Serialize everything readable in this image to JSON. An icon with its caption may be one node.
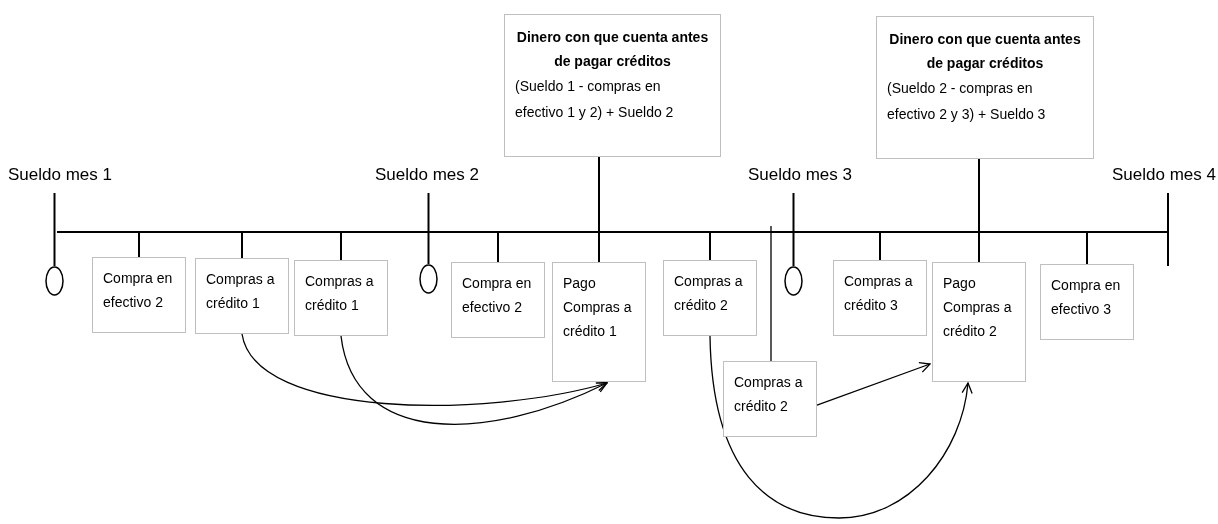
{
  "diagram": {
    "nodes": [
      {
        "text": [
          "Dinero con que cuenta antes de pagar créditos",
          "(Sueldo 1 - compras en efectivo 1 y 2) + Sueldo 2"
        ]
      },
      {
        "text": [
          "Dinero con que cuenta antes de pagar créditos",
          "(Sueldo 2 - compras en efectivo 2 y 3) + Sueldo 3"
        ]
      },
      {
        "text": [
          "Sueldo mes 1"
        ]
      },
      {
        "text": [
          "Sueldo mes 2"
        ]
      },
      {
        "text": [
          "Sueldo mes 3"
        ]
      },
      {
        "text": [
          "Sueldo mes 4"
        ]
      },
      {
        "text": [],
        "shape": "circle"
      },
      {
        "text": [
          "Compra en efectivo 2"
        ]
      },
      {
        "text": [
          "Compras a crédito 1"
        ]
      },
      {
        "text": [
          "Compras a crédito 1"
        ]
      },
      {
        "text": [],
        "shape": "circle"
      },
      {
        "text": [
          "Compra en efectivo 2"
        ]
      },
      {
        "text": [
          "Pago Compras a crédito 1"
        ]
      },
      {
        "text": [
          "Compras a crédito 2"
        ]
      },
      {
        "text": [],
        "shape": "circle"
      },
      {
        "text": [
          "Compras a crédito 3"
        ]
      },
      {
        "text": [
          "Pago Compras a crédito 2"
        ]
      },
      {
        "text": [
          "Compra en efectivo 3"
        ]
      },
      {
        "text": [
          "Compras a crédito 2"
        ]
      }
    ],
    "edges": [
      {
        "from": 0,
        "to": 12,
        "arrow": "none"
      },
      {
        "from": 1,
        "to": 16,
        "arrow": "none"
      },
      {
        "from": 2,
        "to": 6,
        "arrow": "none"
      },
      {
        "from": 3,
        "to": 10,
        "arrow": "none"
      },
      {
        "from": 4,
        "to": 14,
        "arrow": "none"
      },
      {
        "from": 8,
        "to": 12,
        "arrow": "to"
      },
      {
        "from": 9,
        "to": 12,
        "arrow": "to"
      },
      {
        "from": 13,
        "to": 16,
        "arrow": "to"
      },
      {
        "from": 18,
        "to": 16,
        "arrow": "to"
      }
    ]
  }
}
